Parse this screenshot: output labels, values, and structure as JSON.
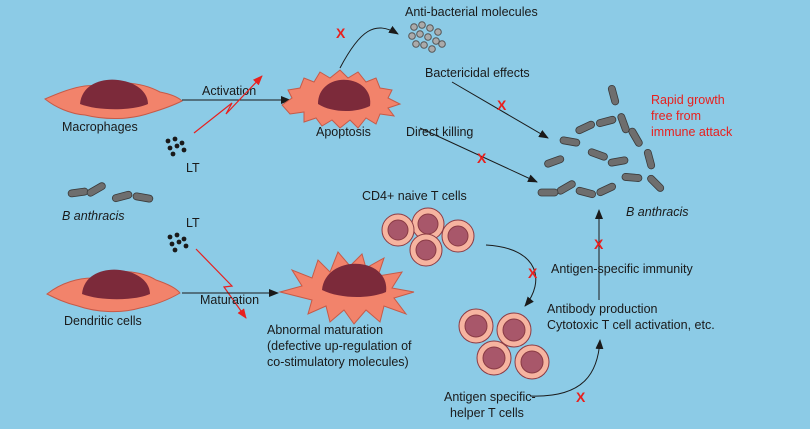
{
  "colors": {
    "background": "#8ccbe6",
    "cell_body": "#f2836b",
    "cell_edge": "#c65a48",
    "nucleus": "#7c2a3a",
    "t_cell_outer": "#f6b4a0",
    "t_cell_inner": "#a8576a",
    "bacterium": "#6e6e6e",
    "red": "#e8201e",
    "text": "#1a1a1a"
  },
  "labels": {
    "macrophages": "Macrophages",
    "dendritic_cells": "Dendritic cells",
    "activation": "Activation",
    "maturation": "Maturation",
    "apoptosis": "Apoptosis",
    "lt_top": "LT",
    "lt_bottom": "LT",
    "b_anthracis_left": "B anthracis",
    "b_anthracis_right": "B anthracis",
    "anti_bacterial": "Anti-bacterial molecules",
    "bactericidal": "Bactericidal effects",
    "direct_killing": "Direct killing",
    "rapid_growth": [
      "Rapid growth",
      "free from",
      "immune attack"
    ],
    "cd4_naive": "CD4+ naive T cells",
    "abnormal_maturation": [
      "Abnormal maturation",
      "(defective up-regulation of",
      "co-stimulatory molecules)"
    ],
    "antigen_specific_immunity": "Antigen-specific immunity",
    "antibody_production": [
      "Antibody production",
      "Cytotoxic T cell activation, etc."
    ],
    "antigen_specific_helper": [
      "Antigen specific-",
      "helper T cells"
    ],
    "x_mark": "X"
  }
}
